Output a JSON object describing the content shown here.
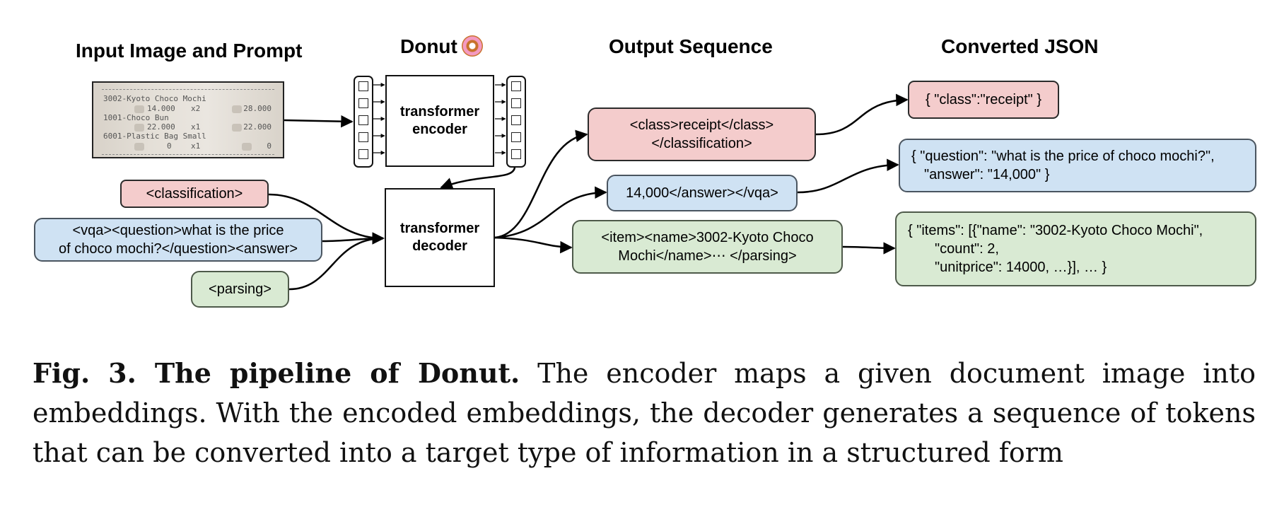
{
  "headings": {
    "input": "Input Image and Prompt",
    "donut": "Donut",
    "donut_icon": "donut-emoji",
    "output": "Output Sequence",
    "json": "Converted JSON"
  },
  "receipt": {
    "lines": [
      "3002-Kyoto Choco Mochi",
      "1001-Choco Bun",
      "6001-Plastic Bag Small"
    ],
    "prices": [
      "14.000",
      "22.000",
      "0"
    ],
    "qty": [
      "x2",
      "x1",
      "x1"
    ],
    "totals": [
      "28.000",
      "22.000",
      "0"
    ]
  },
  "encoder": {
    "line1": "transformer",
    "line2": "encoder"
  },
  "decoder": {
    "line1": "transformer",
    "line2": "decoder"
  },
  "prompts": {
    "classification": "<classification>",
    "vqa_line1": "<vqa><question>what is the price",
    "vqa_line2": "of choco mochi?</question><answer>",
    "parsing": "<parsing>"
  },
  "outputs": {
    "class_line1": "<class>receipt</class>",
    "class_line2": "</classification>",
    "vqa": "14,000</answer></vqa>",
    "parse_line1": "<item><name>3002-Kyoto Choco",
    "parse_line2": "Mochi</name>⋯ </parsing>"
  },
  "json_out": {
    "class": "{ \"class\":\"receipt\" }",
    "vqa_line1": "{ \"question\": \"what is the price of choco mochi?\",",
    "vqa_line2": "\"answer\": \"14,000\" }",
    "items_line1": "{ \"items\": [{\"name\": \"3002-Kyoto Choco Mochi\",",
    "items_line2": "\"count\": 2,",
    "items_line3": "\"unitprice\": 14000, …}], … }"
  },
  "caption": {
    "bold": "Fig. 3. The pipeline of Donut.",
    "text": " The encoder maps a given document image into embeddings. With the encoded embeddings, the decoder generates a sequence of tokens that can be converted into a target type of information in a structured form"
  },
  "colors": {
    "pink": "#f4cccc",
    "blue": "#cfe2f3",
    "green": "#d9ead3"
  }
}
